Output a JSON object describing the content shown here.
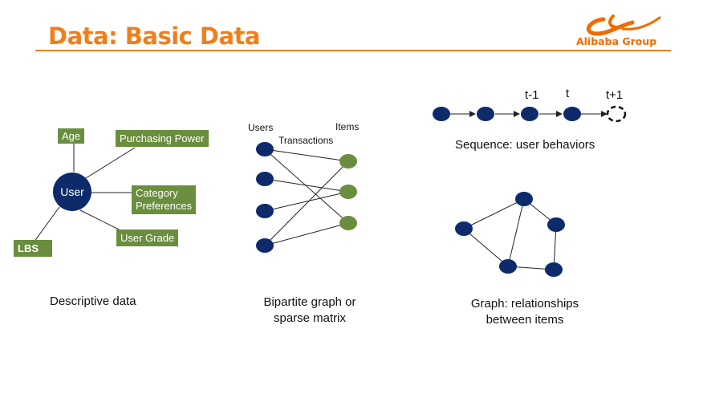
{
  "header": {
    "title": "Data: Basic Data",
    "logo_text": "Alibaba Group",
    "accent_color": "#ef7f1a"
  },
  "descriptive": {
    "center": "User",
    "attributes": [
      "Age",
      "Purchasing Power",
      "Category\nPreferences",
      "User Grade",
      "LBS"
    ],
    "caption": "Descriptive data"
  },
  "bipartite": {
    "users_label": "Users",
    "items_label": "Items",
    "transactions_label": "Transactions",
    "caption": "Bipartite graph or\nsparse matrix"
  },
  "sequence": {
    "labels": [
      "t-1",
      "t",
      "t+1"
    ],
    "caption": "Sequence: user behaviors"
  },
  "graph": {
    "caption": "Graph: relationships\nbetween items"
  },
  "colors": {
    "node_blue": "#0d2b6b",
    "node_green": "#6b8e3e",
    "tag_green": "#6b8e3e"
  }
}
